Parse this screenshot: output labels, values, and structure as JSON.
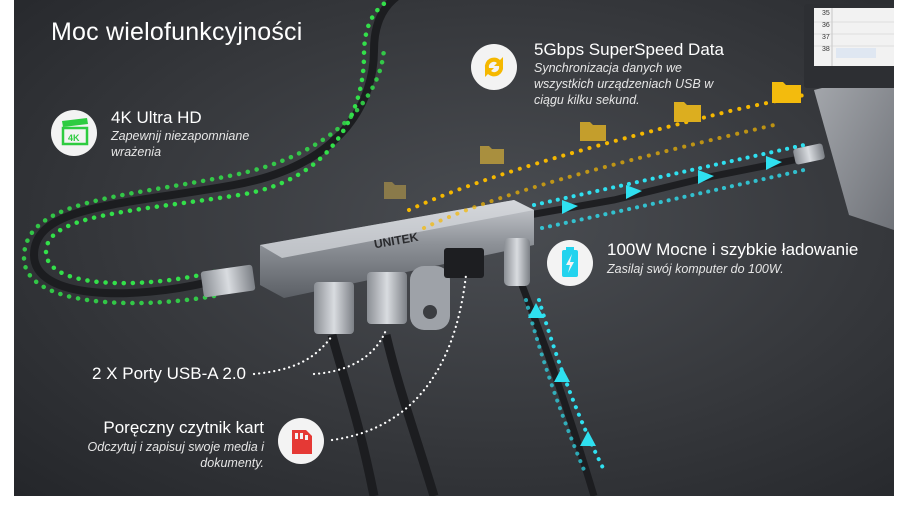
{
  "title": "Moc wielofunkcyjności",
  "features": {
    "uhd": {
      "heading": "4K Ultra HD",
      "desc1": "Zapewnij niezapomniane",
      "desc2": "wrażenia",
      "icon": "4k-clapperboard-icon",
      "color": "#2ecc40"
    },
    "data": {
      "heading": "5Gbps SuperSpeed Data",
      "desc1": "Synchronizacja danych we",
      "desc2": "wszystkich urządzeniach USB w",
      "desc3": "ciągu kilku sekund.",
      "icon": "sync-arrows-icon",
      "color": "#f5b800"
    },
    "power": {
      "heading": "100W Mocne i szybkie ładowanie",
      "desc1": "Zasilaj swój komputer do 100W.",
      "icon": "battery-charging-icon",
      "color": "#22d3ee"
    },
    "usba": {
      "heading": "2 X Porty USB-A 2.0"
    },
    "card": {
      "heading": "Poręczny czytnik kart",
      "desc1": "Odczytuj i zapisuj swoje media i",
      "desc2": "dokumenty.",
      "icon": "sd-card-icon",
      "color": "#e53935"
    }
  },
  "product": {
    "brand": "UNITEK"
  },
  "spreadsheet": {
    "rows": [
      "35",
      "36",
      "37",
      "38"
    ]
  }
}
